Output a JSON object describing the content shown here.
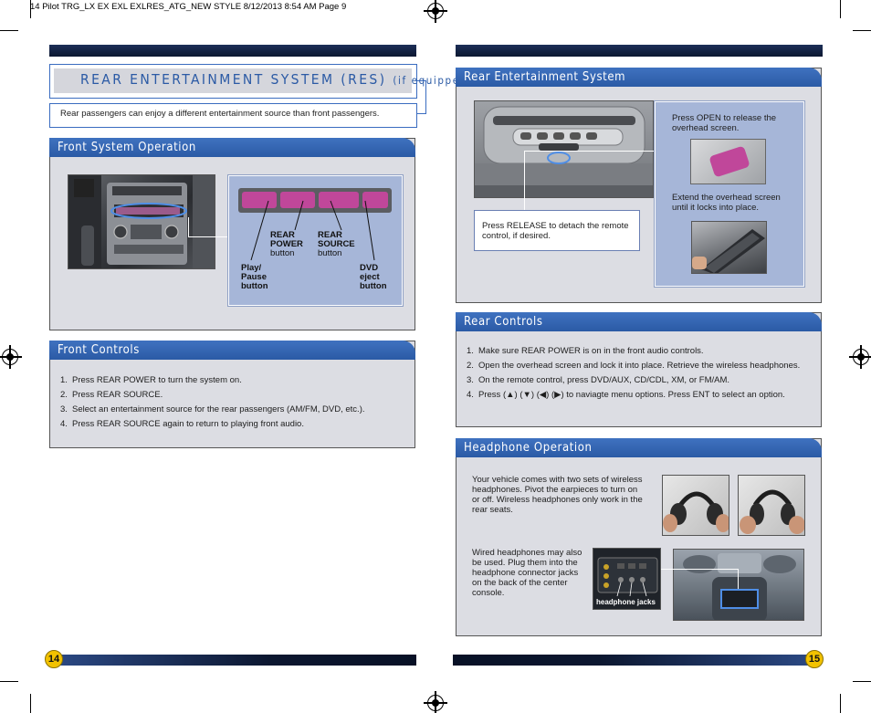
{
  "slug": "14 Pilot TRG_LX EX EXL EXLRES_ATG_NEW STYLE  8/12/2013  8:54 AM  Page 9",
  "colors": {
    "panel_bg": "#dcdde3",
    "header_blue": "#3166b3",
    "callout_blue": "#a6b6d8",
    "dark_bar": "#0c1730",
    "page_badge": "#f2c200",
    "pink_button": "#c0479a"
  },
  "left": {
    "title_main": "REAR ENTERTAINMENT SYSTEM (RES)",
    "title_suffix": "(if equipped)",
    "intro": "Rear passengers can enjoy a different entertainment source than front passengers.",
    "front_system": {
      "heading": "Front System Operation",
      "labels": {
        "rear_power": "REAR POWER",
        "rear_power_sub": "button",
        "rear_source": "REAR SOURCE",
        "rear_source_sub": "button",
        "play_pause": "Play/ Pause button",
        "dvd_eject": "DVD eject button"
      }
    },
    "front_controls": {
      "heading": "Front Controls",
      "steps": [
        {
          "num": "1.",
          "text": "Press REAR POWER to turn the system on."
        },
        {
          "num": "2.",
          "text": "Press REAR SOURCE."
        },
        {
          "num": "3.",
          "text": "Select an entertainment source for the rear passengers (AM/FM, DVD, etc.)."
        },
        {
          "num": "4.",
          "text": "Press REAR SOURCE again to return to playing front audio."
        }
      ]
    },
    "page_number": "14"
  },
  "right": {
    "res": {
      "heading": "Rear Entertainment System",
      "release_text": "Press RELEASE to detach the remote control, if desired.",
      "open_text": "Press OPEN to release the overhead screen.",
      "extend_text": "Extend the overhead screen until it locks into place."
    },
    "rear_controls": {
      "heading": "Rear Controls",
      "step1": "Make sure REAR POWER is on in the front audio controls.",
      "step2": "Open the overhead screen and lock it into place. Retrieve the wireless headphones.",
      "step3": "On the remote control, press DVD/AUX, CD/CDL, XM, or FM/AM.",
      "step4_prefix": "Press",
      "step4_suffix": "to naviagte menu options. Press ENT to select an option.",
      "arrows": [
        "(▲)",
        "(▼)",
        "(◀)",
        "(▶)"
      ],
      "nums": [
        "1.",
        "2.",
        "3.",
        "4."
      ]
    },
    "headphones": {
      "heading": "Headphone Operation",
      "wireless_text": "Your vehicle comes with two sets of wireless headphones. Pivot the earpieces to turn on or off. Wireless headphones only work in the rear seats.",
      "wired_text": "Wired headphones may also be used. Plug them into the headphone connector jacks on the back of the center console.",
      "jacks_label": "headphone jacks"
    },
    "page_number": "15"
  }
}
